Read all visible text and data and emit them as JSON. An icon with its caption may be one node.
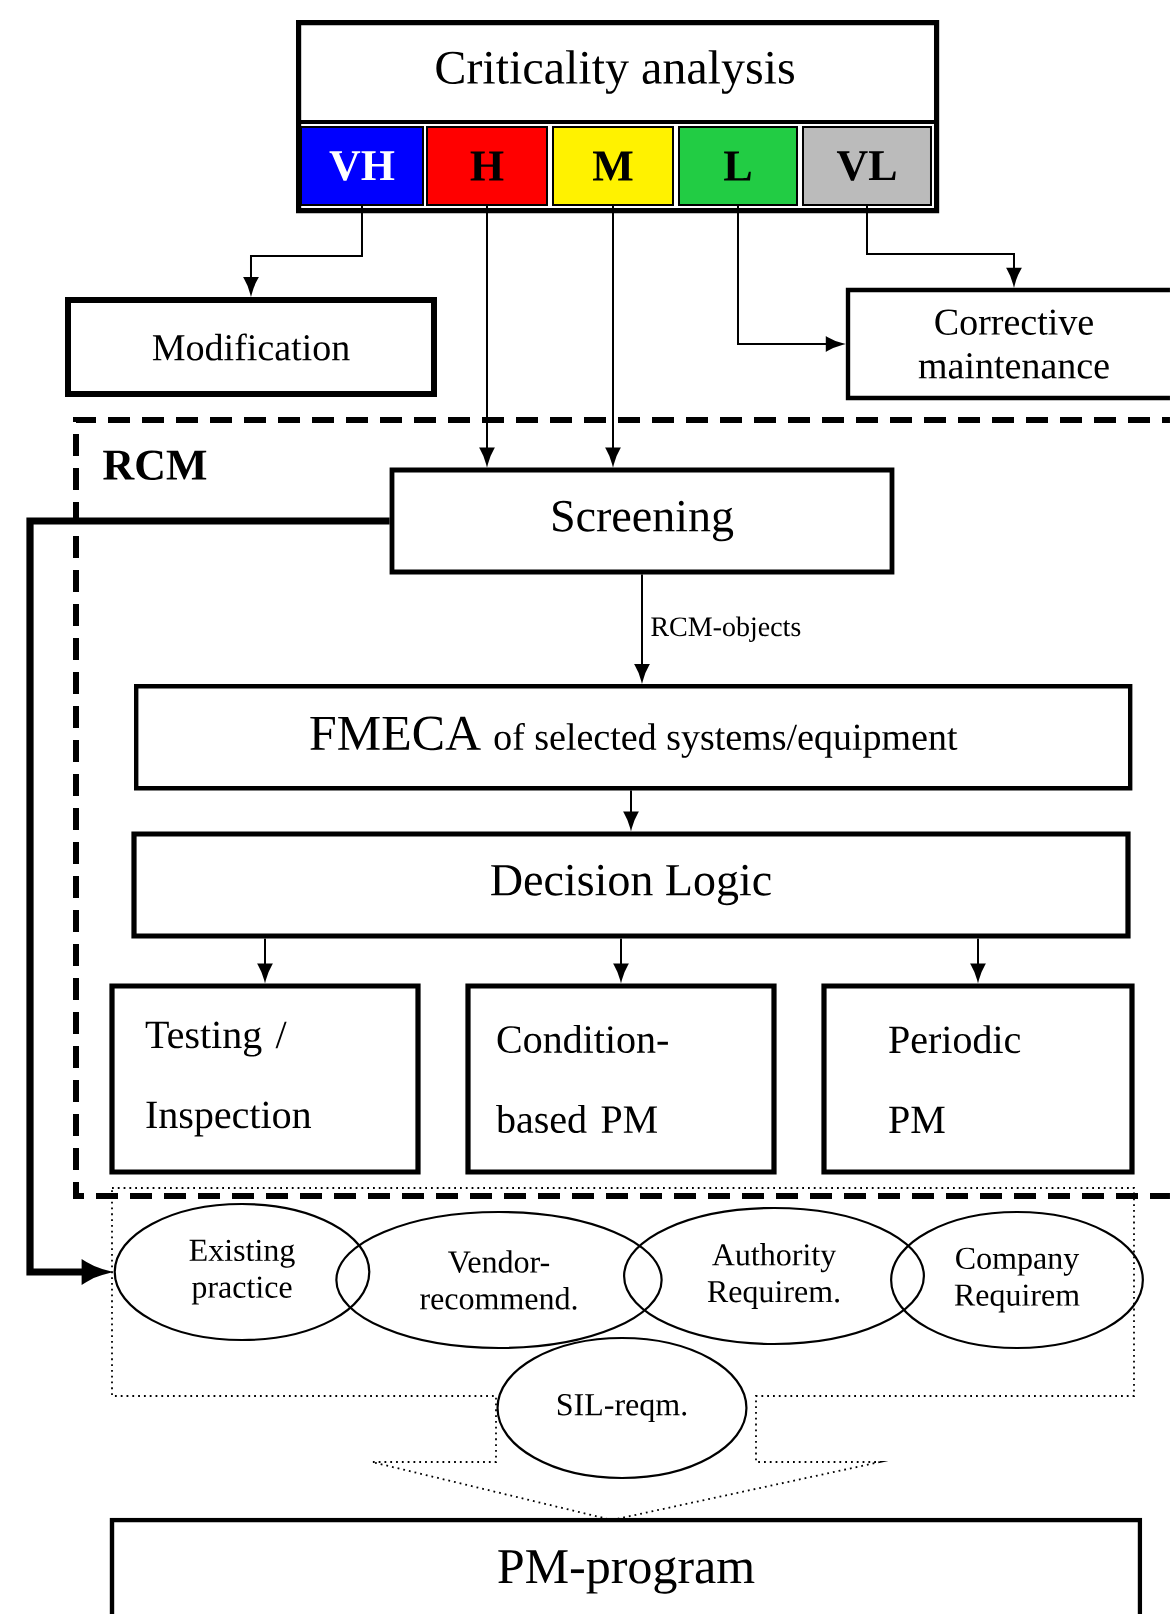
{
  "diagram": {
    "nodes": [
      {
        "text": [
          "Criticality analysis"
        ]
      },
      {
        "text": [
          "VH"
        ],
        "in": 0
      },
      {
        "text": [
          "H"
        ],
        "in": 0
      },
      {
        "text": [
          "M"
        ],
        "in": 0
      },
      {
        "text": [
          "L"
        ],
        "in": 0
      },
      {
        "text": [
          "VL"
        ],
        "in": 0
      },
      {
        "text": [
          "Modification"
        ]
      },
      {
        "text": [
          "Corrective maintenance"
        ]
      },
      {
        "text": [
          "RCM"
        ]
      },
      {
        "text": [
          "Screening"
        ],
        "in": 8
      },
      {
        "text": [
          "FMECA",
          "of selected systems/equipment"
        ],
        "in": 8
      },
      {
        "text": [
          "Decision Logic"
        ],
        "in": 8
      },
      {
        "text": [
          "Testing / Inspection"
        ],
        "in": 8
      },
      {
        "text": [
          "Condition- based PM"
        ],
        "in": 8
      },
      {
        "text": [
          "Periodic PM"
        ],
        "in": 8
      },
      {
        "text": [],
        "shape": "box"
      },
      {
        "text": [
          "Existing practice"
        ],
        "in": 15
      },
      {
        "text": [
          "Vendor- recommend."
        ],
        "in": 15
      },
      {
        "text": [
          "Authority Requirem."
        ],
        "in": 15
      },
      {
        "text": [
          "Company Requirem"
        ],
        "in": 15
      },
      {
        "text": [
          "SIL-reqm."
        ],
        "in": 15
      },
      {
        "text": [
          "PM-program"
        ]
      }
    ],
    "edges": [
      {
        "from": 1,
        "to": 6,
        "arrow": "to"
      },
      {
        "from": 2,
        "to": 9,
        "arrow": "to"
      },
      {
        "from": 3,
        "to": 9,
        "arrow": "to"
      },
      {
        "from": 4,
        "to": 7,
        "arrow": "to"
      },
      {
        "from": 5,
        "to": 7,
        "arrow": "to"
      },
      {
        "from": 9,
        "to": 10,
        "arrow": "to",
        "label": "RCM-objects"
      },
      {
        "from": 10,
        "to": 11,
        "arrow": "to"
      },
      {
        "from": 11,
        "to": 12,
        "arrow": "to"
      },
      {
        "from": 11,
        "to": 13,
        "arrow": "to"
      },
      {
        "from": 11,
        "to": 14,
        "arrow": "to"
      },
      {
        "from": 9,
        "to": 16,
        "arrow": "to",
        "style": "thick"
      }
    ]
  }
}
